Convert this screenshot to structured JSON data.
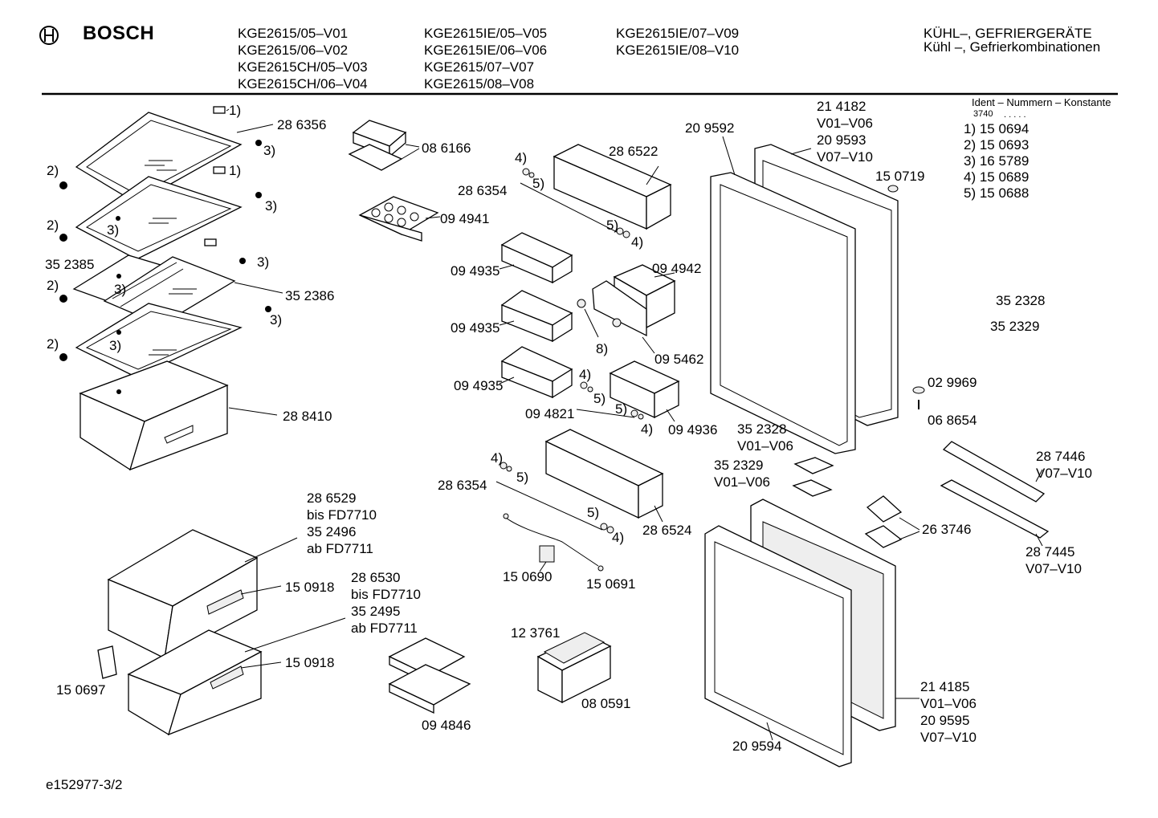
{
  "header": {
    "brand": "BOSCH",
    "models_col1": [
      "KGE2615/05–V01",
      "KGE2615/06–V02",
      "KGE2615CH/05–V03",
      "KGE2615CH/06–V04"
    ],
    "models_col2": [
      "KGE2615IE/05–V05",
      "KGE2615IE/06–V06",
      "KGE2615/07–V07",
      "KGE2615/08–V08"
    ],
    "models_col3": [
      "KGE2615IE/07–V09",
      "KGE2615IE/08–V10"
    ],
    "category_line1": "KÜHL–, GEFRIERGERÄTE",
    "category_line2": "Kühl –, Gefrierkombinationen"
  },
  "ident_table": {
    "title": "Ident – Nummern – Konstante",
    "constant": "3740",
    "dots": ". . . . .",
    "rows": [
      "1)  15 0694",
      "2)  15 0693",
      "3)  16 5789",
      "4)  15 0689",
      "5)  15 0688"
    ]
  },
  "labels": {
    "p286356": "28 6356",
    "p352385": "35 2385",
    "p352386": "35 2386",
    "p288410": "28 8410",
    "p086166": "08 6166",
    "p094941": "09 4941",
    "p286522": "28 6522",
    "p286354a": "28 6354",
    "p094935a": "09 4935",
    "p094935b": "09 4935",
    "p094935c": "09 4935",
    "p094942": "09 4942",
    "p095462": "09 5462",
    "p094821": "09 4821",
    "p094936": "09 4936",
    "p286354b": "28 6354",
    "p286524": "28 6524",
    "p150690": "15 0690",
    "p150691": "15 0691",
    "p123761": "12 3761",
    "p080591": "08 0591",
    "p094846": "09 4846",
    "p150697": "15 0697",
    "p150918a": "15 0918",
    "p150918b": "15 0918",
    "drawer1": [
      "28 6529",
      "bis FD7710",
      "35 2496",
      "ab FD7711"
    ],
    "drawer2": [
      "28 6530",
      "bis FD7710",
      "35 2495",
      "ab FD7711"
    ],
    "p209592": "20 9592",
    "door_top": [
      "21 4182",
      "V01–V06",
      "20 9593",
      "V07–V10"
    ],
    "p150719": "15 0719",
    "p352328": "35 2328",
    "p352329": "35 2329",
    "p029969": "02 9969",
    "p068654": "06 8654",
    "p352328v": [
      "35 2328",
      "V01–V06"
    ],
    "p352329v": [
      "35 2329",
      "V01–V06"
    ],
    "p287446": [
      "28 7446",
      "V07–V10"
    ],
    "p263746": "26 3746",
    "p287445": [
      "28 7445",
      "V07–V10"
    ],
    "door_bottom": [
      "21 4185",
      "V01–V06",
      "20 9595",
      "V07–V10"
    ],
    "p209594": "20 9594",
    "r1a": "1)",
    "r1b": "1)",
    "r2a": "2)",
    "r2b": "2)",
    "r2c": "2)",
    "r2d": "2)",
    "r3a": "3)",
    "r3b": "3)",
    "r3c": "3)",
    "r3d": "3)",
    "r3e": "3)",
    "r3f": "3)",
    "r3g": "3)",
    "r4a": "4)",
    "r4b": "4)",
    "r4c": "4)",
    "r4d": "4)",
    "r4e": "4)",
    "r4f": "4)",
    "r5a": "5)",
    "r5b": "5)",
    "r5c": "5)",
    "r5d": "5)",
    "r5e": "5)",
    "r5f": "5)",
    "r8": "8)"
  },
  "footer": {
    "drawing_id": "e152977-3/2"
  }
}
